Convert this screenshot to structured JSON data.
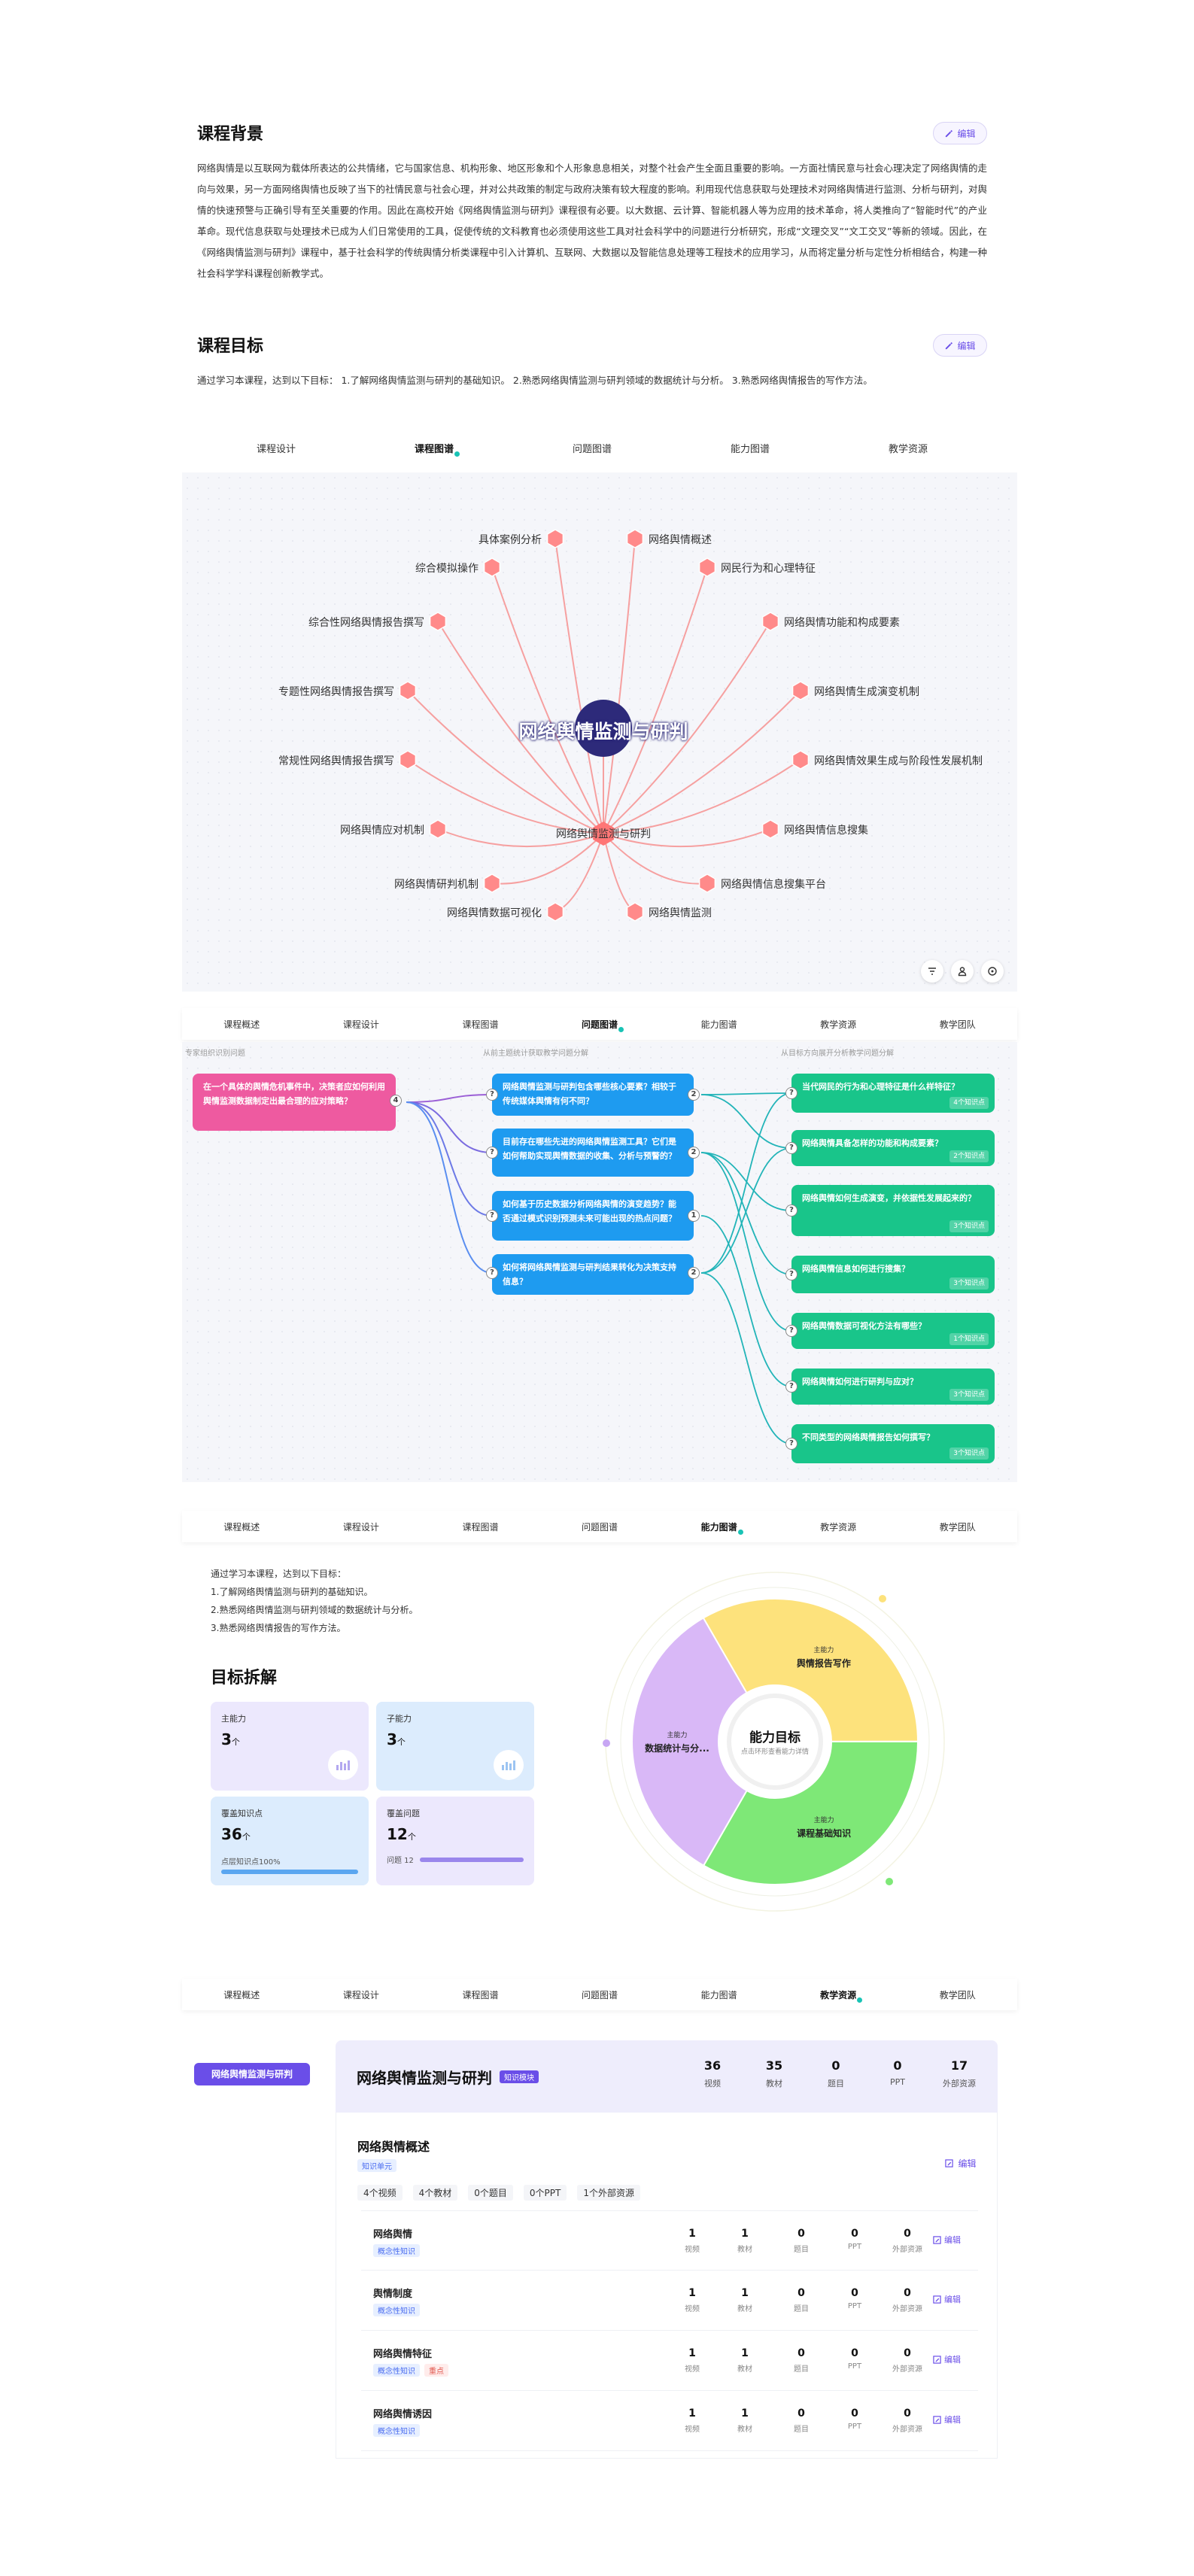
{
  "background": {
    "title": "课程背景",
    "edit_label": "编辑",
    "paragraph": "网络舆情是以互联网为载体所表达的公共情绪，它与国家信息、机构形象、地区形象和个人形象息息相关，对整个社会产生全面且重要的影响。一方面社情民意与社会心理决定了网络舆情的走向与效果，另一方面网络舆情也反映了当下的社情民意与社会心理，并对公共政策的制定与政府决策有较大程度的影响。利用现代信息获取与处理技术对网络舆情进行监测、分析与研判，对舆情的快速预警与正确引导有至关重要的作用。因此在高校开始《网络舆情监测与研判》课程很有必要。以大数据、云计算、智能机器人等为应用的技术革命，将人类推向了“智能时代”的产业革命。现代信息获取与处理技术已成为人们日常使用的工具，促使传统的文科教育也必须使用这些工具对社会科学中的问题进行分析研究，形成“文理交叉”“文工交叉”等新的领域。因此，在《网络舆情监测与研判》课程中，基于社会科学的传统舆情分析类课程中引入计算机、互联网、大数据以及智能信息处理等工程技术的应用学习，从而将定量分析与定性分析相结合，构建一种社会科学学科课程创新教学式。"
  },
  "goals": {
    "title": "课程目标",
    "edit_label": "编辑",
    "paragraph": "通过学习本课程，达到以下目标： 1.了解网络舆情监测与研判的基础知识。 2.熟悉网络舆情监测与研判领域的数据统计与分析。 3.熟悉网络舆情报告的写作方法。"
  },
  "tabs1": [
    "课程设计",
    "课程图谱",
    "问题图谱",
    "能力图谱",
    "教学资源"
  ],
  "tabs1_active": 1,
  "graph": {
    "center": "网络舆情监测与研判",
    "hub": "网络舆情监测与研判",
    "nodes": [
      "具体案例分析",
      "网络舆情概述",
      "综合模拟操作",
      "网民行为和心理特征",
      "综合性网络舆情报告撰写",
      "网络舆情功能和构成要素",
      "专题性网络舆情报告撰写",
      "网络舆情生成演变机制",
      "常规性网络舆情报告撰写",
      "网络舆情效果生成与阶段性发展机制",
      "网络舆情应对机制",
      "网络舆情信息搜集",
      "网络舆情研判机制",
      "网络舆情信息搜集平台",
      "网络舆情数据可视化",
      "网络舆情监测"
    ],
    "tools": [
      "filter-icon",
      "user-icon",
      "target-icon"
    ]
  },
  "tabs2": [
    "课程概述",
    "课程设计",
    "课程图谱",
    "问题图谱",
    "能力图谱",
    "教学资源",
    "教学团队"
  ],
  "tabs2_active": 3,
  "problem_map": {
    "col_notes": [
      "专家组织识别问题",
      "从前主题统计获取教学问题分解",
      "从目标方向展开分析教学问题分解"
    ],
    "root": {
      "text": "在一个具体的舆情危机事件中，决策者应如何利用舆情监测数据制定出最合理的应对策略？",
      "count": "4"
    },
    "level2": [
      {
        "text": "网络舆情监测与研判包含哪些核心要素？相较于传统媒体舆情有何不同？",
        "count": "2"
      },
      {
        "text": "目前存在哪些先进的网络舆情监测工具？它们是如何帮助实现舆情数据的收集、分析与预警的？",
        "count": "2"
      },
      {
        "text": "如何基于历史数据分析网络舆情的演变趋势？能否通过模式识别预测未来可能出现的热点问题？",
        "count": "1"
      },
      {
        "text": "如何将网络舆情监测与研判结果转化为决策支持信息？",
        "count": "2"
      }
    ],
    "level3": [
      {
        "text": "当代网民的行为和心理特征是什么样特征？",
        "sub": "4个知识点"
      },
      {
        "text": "网络舆情具备怎样的功能和构成要素？",
        "sub": "2个知识点"
      },
      {
        "text": "网络舆情如何生成演变，并依据性发展起来的？",
        "sub": "3个知识点"
      },
      {
        "text": "网络舆情信息如何进行搜集？",
        "sub": "3个知识点"
      },
      {
        "text": "网络舆情数据可视化方法有哪些？",
        "sub": "1个知识点"
      },
      {
        "text": "网络舆情如何进行研判与应对？",
        "sub": "3个知识点"
      },
      {
        "text": "不同类型的网络舆情报告如何撰写？",
        "sub": "3个知识点"
      }
    ]
  },
  "tabs3": [
    "课程概述",
    "课程设计",
    "课程图谱",
    "问题图谱",
    "能力图谱",
    "教学资源",
    "教学团队"
  ],
  "tabs3_active": 4,
  "ability": {
    "goal_lines": [
      "通过学习本课程，达到以下目标：",
      "1.了解网络舆情监测与研判的基础知识。",
      "2.熟悉网络舆情监测与研判领域的数据统计与分析。",
      "3.熟悉网络舆情报告的写作方法。"
    ],
    "breakdown_title": "目标拆解",
    "cards": [
      {
        "label": "主能力",
        "value": "3",
        "unit": "个"
      },
      {
        "label": "子能力",
        "value": "3",
        "unit": "个"
      },
      {
        "label": "覆盖知识点",
        "value": "36",
        "unit": "个",
        "foot": "点层知识点100%",
        "progress": 1.0
      },
      {
        "label": "覆盖问题",
        "value": "12",
        "unit": "个",
        "foot": "问题 12",
        "progress": 1.0
      }
    ],
    "center_title": "能力目标",
    "center_sub": "点击环形查看能力详情",
    "slices": [
      {
        "tag": "主能力",
        "name": "舆情报告写作",
        "value": 1,
        "color": "#fde27c"
      },
      {
        "tag": "主能力",
        "name": "课程基础知识",
        "value": 1,
        "color": "#7ee877"
      },
      {
        "tag": "主能力",
        "name": "数据统计与分...",
        "value": 1,
        "color": "#d9b8f7"
      }
    ]
  },
  "tabs4": [
    "课程概述",
    "课程设计",
    "课程图谱",
    "问题图谱",
    "能力图谱",
    "教学资源",
    "教学团队"
  ],
  "tabs4_active": 5,
  "resources": {
    "side_item": "网络舆情监测与研判",
    "header_title": "网络舆情监测与研判",
    "header_tag": "知识模块",
    "header_stats": [
      {
        "value": "36",
        "label": "视频"
      },
      {
        "value": "35",
        "label": "教材"
      },
      {
        "value": "0",
        "label": "题目"
      },
      {
        "value": "0",
        "label": "PPT"
      },
      {
        "value": "17",
        "label": "外部资源"
      }
    ],
    "section_title": "网络舆情概述",
    "section_tag": "知识单元",
    "edit_label": "编辑",
    "chips": [
      "4个视频",
      "4个教材",
      "0个题目",
      "0个PPT",
      "1个外部资源"
    ],
    "col_labels": [
      "视频",
      "教材",
      "题目",
      "PPT",
      "外部资源"
    ],
    "rows": [
      {
        "name": "网络舆情",
        "tags": [
          "概念性知识"
        ],
        "vals": [
          "1",
          "1",
          "0",
          "0",
          "0"
        ]
      },
      {
        "name": "舆情制度",
        "tags": [
          "概念性知识"
        ],
        "vals": [
          "1",
          "1",
          "0",
          "0",
          "0"
        ]
      },
      {
        "name": "网络舆情特征",
        "tags": [
          "概念性知识",
          "重点"
        ],
        "vals": [
          "1",
          "1",
          "0",
          "0",
          "0"
        ]
      },
      {
        "name": "网络舆情诱因",
        "tags": [
          "概念性知识"
        ],
        "vals": [
          "1",
          "1",
          "0",
          "0",
          "0"
        ]
      }
    ]
  },
  "colors": {
    "accent": "#6a4ee8",
    "graph_center": "#2d2a7a",
    "graph_node": "#ff8a8a",
    "root_card": "#ee5aa0",
    "level2_card": "#1e9bf0",
    "level3_card": "#19c58a"
  }
}
